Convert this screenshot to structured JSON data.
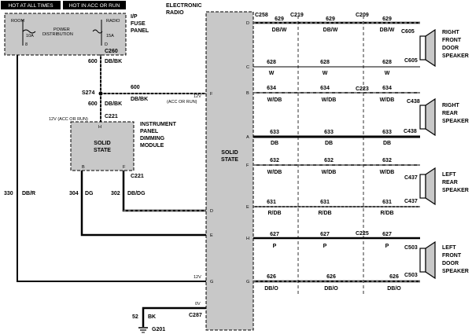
{
  "banners": {
    "hot_always": "HOT AT ALL TIMES",
    "hot_acc_run": "HOT IN ACC OR RUN"
  },
  "fuse_panel": {
    "title": [
      "I/P",
      "FUSE",
      "PANEL"
    ],
    "room_label": "ROOM",
    "radio_label": "RADIO",
    "power_dist": [
      "POWER",
      "DISTRIBUTION"
    ],
    "fuse_left": "10A",
    "fuse_right": "15A",
    "pin_left": "8",
    "pin_right": "D"
  },
  "radio": {
    "title": [
      "ELECTRONIC",
      "RADIO"
    ],
    "body": [
      "SOLID",
      "STATE"
    ],
    "left_pins": [
      "F",
      "D",
      "E",
      "G"
    ],
    "right_pins": [
      "D",
      "C",
      "B",
      "A",
      "F",
      "E",
      "H",
      "G"
    ],
    "acc_run_label": "12V",
    "acc_run_note": "(ACC OR RUN)",
    "twelve_v": "12V",
    "zero_v": "0V"
  },
  "dimming_module": {
    "title": [
      "INSTRUMENT",
      "PANEL",
      "DIMMING",
      "MODULE"
    ],
    "body": [
      "SOLID",
      "STATE"
    ],
    "pin_top": "H",
    "pin_b": "B",
    "pin_f": "F",
    "supply_label": "12V (ACC OR RUN)"
  },
  "left_wiring": {
    "c260": "C260",
    "wire_600_dbbk_num": "600",
    "wire_600_dbbk_color": "DB/BK",
    "s274": "S274",
    "h_600_num": "600",
    "h_600_color": "DB/BK",
    "v_600_num": "600",
    "v_600_color": "DB/BK",
    "c221_top": "C221",
    "c221_bottom": "C221",
    "wire_330_num": "330",
    "wire_330_color": "DB/R",
    "wire_304_num": "304",
    "wire_304_color": "DG",
    "wire_302_num": "302",
    "wire_302_color": "DB/DG",
    "wire_52_num": "52",
    "wire_52_color": "BK",
    "c287": "C287",
    "g201": "G201"
  },
  "speakers": [
    {
      "title": [
        "RIGHT",
        "FRONT",
        "DOOR",
        "SPEAKER"
      ],
      "conn_top": "C605",
      "conn_bottom": "C605",
      "top_wire": {
        "num": "629",
        "color": "DB/W"
      },
      "bottom_wire": {
        "num": "628",
        "color": "W"
      }
    },
    {
      "title": [
        "RIGHT",
        "REAR",
        "SPEAKER"
      ],
      "conn_top": "C438",
      "conn_bottom": "C438",
      "top_wire": {
        "num": "634",
        "color": "W/DB"
      },
      "bottom_wire": {
        "num": "633",
        "color": "DB"
      }
    },
    {
      "title": [
        "LEFT",
        "REAR",
        "SPEAKER"
      ],
      "conn_top": "C437",
      "conn_bottom": "C437",
      "top_wire": {
        "num": "632",
        "color": "W/DB"
      },
      "bottom_wire": {
        "num": "631",
        "color": "R/DB"
      }
    },
    {
      "title": [
        "LEFT",
        "FRONT",
        "DOOR",
        "SPEAKER"
      ],
      "conn_top": "C503",
      "conn_bottom": "C503",
      "top_wire": {
        "num": "627",
        "color": "P"
      },
      "bottom_wire": {
        "num": "626",
        "color": "DB/O"
      }
    }
  ],
  "inline_connectors": {
    "c258": "C258",
    "c219": "C219",
    "c209": "C209",
    "c223": "C223",
    "c225": "C225"
  },
  "colors": {
    "wire": "#000000",
    "shading": "#c8c8c8",
    "banner_bg": "#000000",
    "banner_fg": "#ffffff"
  }
}
